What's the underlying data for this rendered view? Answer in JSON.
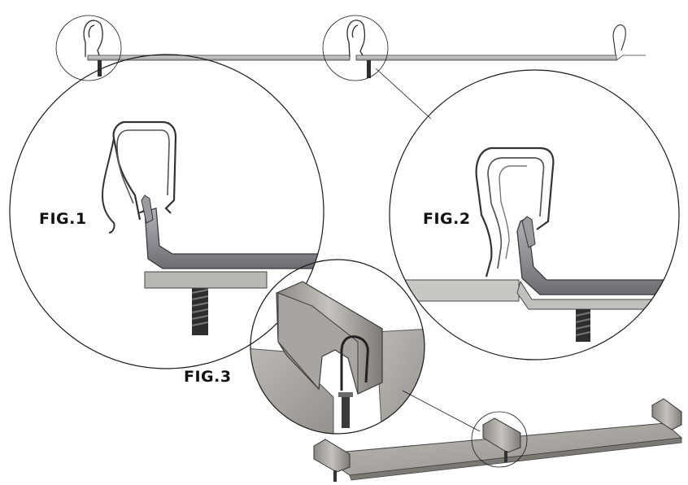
{
  "labels": {
    "fig1": "FIG.1",
    "fig2": "FIG.2",
    "fig3": "FIG.3"
  },
  "colors": {
    "line": "#3a3a3a",
    "panel_light": "#cfcdca",
    "panel_mid": "#a9a6a2",
    "panel_dark": "#6f6c69",
    "bracket": "#86848a",
    "screw": "#2e2e2e",
    "circle": "#1a1a1a"
  }
}
